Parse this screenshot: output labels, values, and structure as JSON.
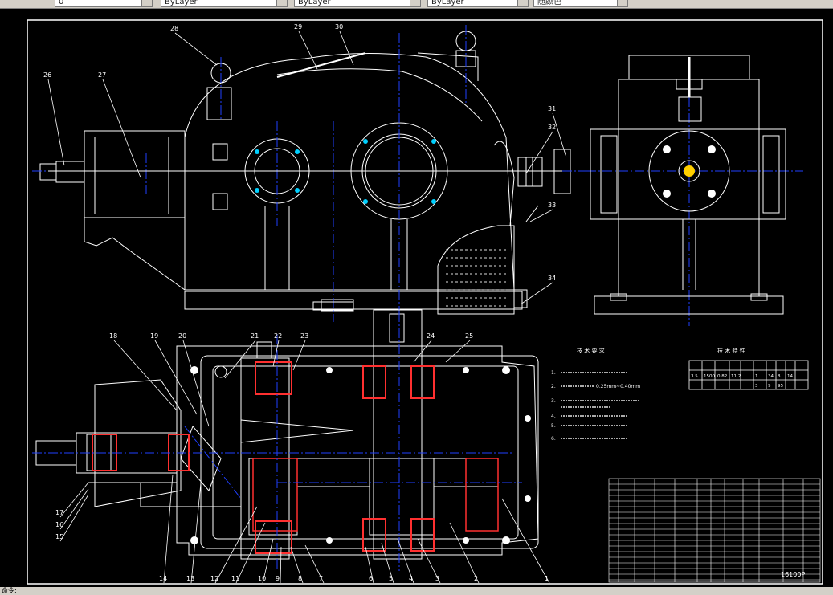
{
  "toolbar": {
    "layer_combo": "0",
    "color_combo": "ByLayer",
    "linetype_combo": "ByLayer",
    "lineweight_combo": "ByLayer",
    "plotstyle_combo": "随颜色"
  },
  "drawing": {
    "part_numbers_top": [
      "28",
      "29",
      "30",
      "26",
      "27",
      "31",
      "32",
      "33",
      "34"
    ],
    "part_numbers_bottom": [
      "18",
      "19",
      "20",
      "21",
      "22",
      "23",
      "24",
      "25",
      "17",
      "16",
      "15",
      "14",
      "13",
      "12",
      "11",
      "10",
      "9",
      "8",
      "7",
      "6",
      "5",
      "4",
      "3",
      "2",
      "1"
    ],
    "tech_req_title": "技 术 要 求",
    "tech_req_items": [
      "1.",
      "2.",
      "3.",
      "4.",
      "5.",
      "6."
    ],
    "tech_req_range": "0.25mm~0.40mm",
    "tech_spec_title": "技 术 特 性",
    "spec_values": [
      "3.5",
      "1500",
      "0.82",
      "11.2",
      "1",
      "34",
      "3",
      "9",
      "8",
      "95",
      "14"
    ],
    "drawing_no": "16100P"
  },
  "status": {
    "text": "命令:"
  }
}
